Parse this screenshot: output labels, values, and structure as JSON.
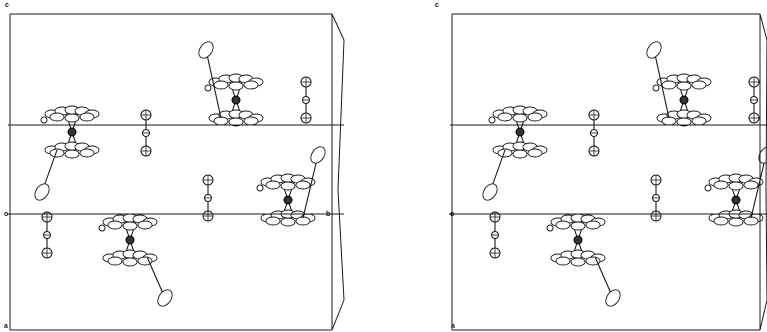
{
  "figure": {
    "panels": [
      {
        "id": "left",
        "axis_labels": {
          "top_left": "c",
          "mid_left": "o",
          "mid_right": "b",
          "bottom_left": "a"
        }
      },
      {
        "id": "right",
        "axis_labels": {
          "top_left": "c",
          "mid_left": "o",
          "mid_right": "",
          "bottom_left": "a"
        }
      }
    ]
  }
}
